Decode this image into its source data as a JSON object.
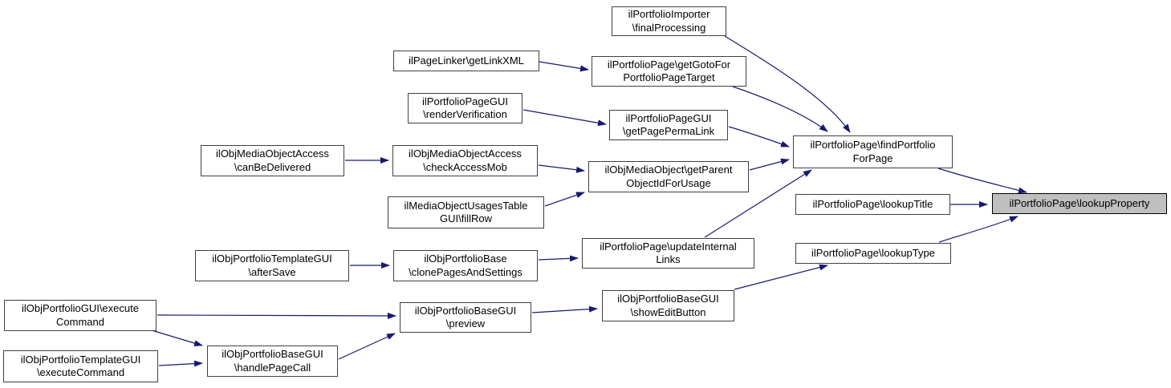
{
  "diagram": {
    "kind": "doxygen-call-graph",
    "background_color": "#ffffff",
    "edge_color": "#191970",
    "node_border_color": "#404040",
    "node_fill_color": "#ffffff",
    "highlight_fill_color": "#bfbfbf",
    "nodes": [
      {
        "id": "finalProcessing",
        "label": "ilPortfolioImporter\n\\finalProcessing",
        "highlighted": false
      },
      {
        "id": "getLinkXML",
        "label": "ilPageLinker\\getLinkXML",
        "highlighted": false
      },
      {
        "id": "getGotoForPortfolioPageTarget",
        "label": "ilPortfolioPage\\getGotoFor\nPortfolioPageTarget",
        "highlighted": false
      },
      {
        "id": "renderVerification",
        "label": "ilPortfolioPageGUI\n\\renderVerification",
        "highlighted": false
      },
      {
        "id": "getPagePermaLink",
        "label": "ilPortfolioPageGUI\n\\getPagePermaLink",
        "highlighted": false
      },
      {
        "id": "canBeDelivered",
        "label": "ilObjMediaObjectAccess\n\\canBeDelivered",
        "highlighted": false
      },
      {
        "id": "checkAccessMob",
        "label": "ilObjMediaObjectAccess\n\\checkAccessMob",
        "highlighted": false
      },
      {
        "id": "fillRow",
        "label": "ilMediaObjectUsagesTable\nGUI\\fillRow",
        "highlighted": false
      },
      {
        "id": "getParentObjectIdForUsage",
        "label": "ilObjMediaObject\\getParent\nObjectIdForUsage",
        "highlighted": false
      },
      {
        "id": "findPortfolioForPage",
        "label": "ilPortfolioPage\\findPortfolio\nForPage",
        "highlighted": false
      },
      {
        "id": "lookupTitle",
        "label": "ilPortfolioPage\\lookupTitle",
        "highlighted": false
      },
      {
        "id": "lookupProperty",
        "label": "ilPortfolioPage\\lookupProperty",
        "highlighted": true
      },
      {
        "id": "updateInternalLinks",
        "label": "ilPortfolioPage\\updateInternal\nLinks",
        "highlighted": false
      },
      {
        "id": "lookupType",
        "label": "ilPortfolioPage\\lookupType",
        "highlighted": false
      },
      {
        "id": "afterSave",
        "label": "ilObjPortfolioTemplateGUI\n\\afterSave",
        "highlighted": false
      },
      {
        "id": "clonePagesAndSettings",
        "label": "ilObjPortfolioBase\n\\clonePagesAndSettings",
        "highlighted": false
      },
      {
        "id": "preview",
        "label": "ilObjPortfolioBaseGUI\n\\preview",
        "highlighted": false
      },
      {
        "id": "showEditButton",
        "label": "ilObjPortfolioBaseGUI\n\\showEditButton",
        "highlighted": false
      },
      {
        "id": "executeCommandPortfolioGUI",
        "label": "ilObjPortfolioGUI\\execute\nCommand",
        "highlighted": false
      },
      {
        "id": "handlePageCall",
        "label": "ilObjPortfolioBaseGUI\n\\handlePageCall",
        "highlighted": false
      },
      {
        "id": "executeCommandTemplateGUI",
        "label": "ilObjPortfolioTemplateGUI\n\\executeCommand",
        "highlighted": false
      }
    ],
    "edges": [
      {
        "from": "getLinkXML",
        "to": "getGotoForPortfolioPageTarget"
      },
      {
        "from": "finalProcessing",
        "to": "findPortfolioForPage"
      },
      {
        "from": "getGotoForPortfolioPageTarget",
        "to": "findPortfolioForPage"
      },
      {
        "from": "renderVerification",
        "to": "getPagePermaLink"
      },
      {
        "from": "getPagePermaLink",
        "to": "findPortfolioForPage"
      },
      {
        "from": "canBeDelivered",
        "to": "checkAccessMob"
      },
      {
        "from": "checkAccessMob",
        "to": "getParentObjectIdForUsage"
      },
      {
        "from": "fillRow",
        "to": "getParentObjectIdForUsage"
      },
      {
        "from": "getParentObjectIdForUsage",
        "to": "findPortfolioForPage"
      },
      {
        "from": "updateInternalLinks",
        "to": "findPortfolioForPage"
      },
      {
        "from": "afterSave",
        "to": "clonePagesAndSettings"
      },
      {
        "from": "clonePagesAndSettings",
        "to": "updateInternalLinks"
      },
      {
        "from": "executeCommandPortfolioGUI",
        "to": "preview"
      },
      {
        "from": "executeCommandPortfolioGUI",
        "to": "handlePageCall"
      },
      {
        "from": "executeCommandTemplateGUI",
        "to": "handlePageCall"
      },
      {
        "from": "handlePageCall",
        "to": "preview"
      },
      {
        "from": "preview",
        "to": "showEditButton"
      },
      {
        "from": "showEditButton",
        "to": "lookupType"
      },
      {
        "from": "findPortfolioForPage",
        "to": "lookupProperty"
      },
      {
        "from": "lookupTitle",
        "to": "lookupProperty"
      },
      {
        "from": "lookupType",
        "to": "lookupProperty"
      }
    ]
  }
}
